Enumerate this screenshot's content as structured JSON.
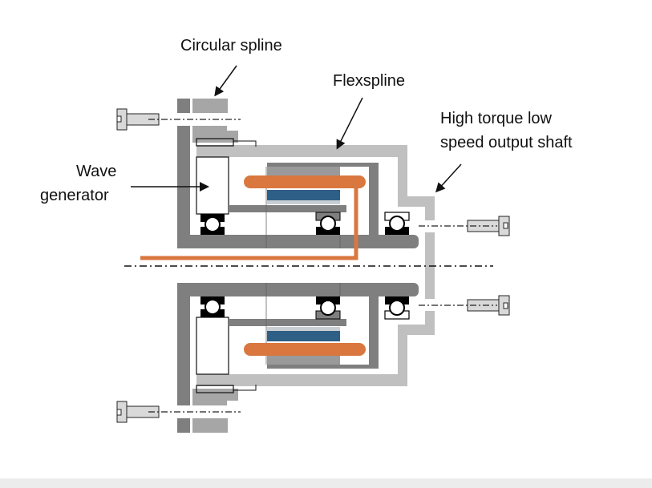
{
  "title": "Harmonic drive cross-section",
  "labels": {
    "circular_spline": "Circular spline",
    "flexspline": "Flexspline",
    "output_line1": "High torque low",
    "output_line2": "speed output shaft",
    "wave_line1": "Wave",
    "wave_line2": "generator"
  },
  "colors": {
    "housing": "#7f7f7f",
    "flexspline": "#c0c0c0",
    "circular_spline": "#a6a6a6",
    "orange": "#d9773f",
    "blue": "#2e5f86",
    "bearing": "#000000"
  }
}
